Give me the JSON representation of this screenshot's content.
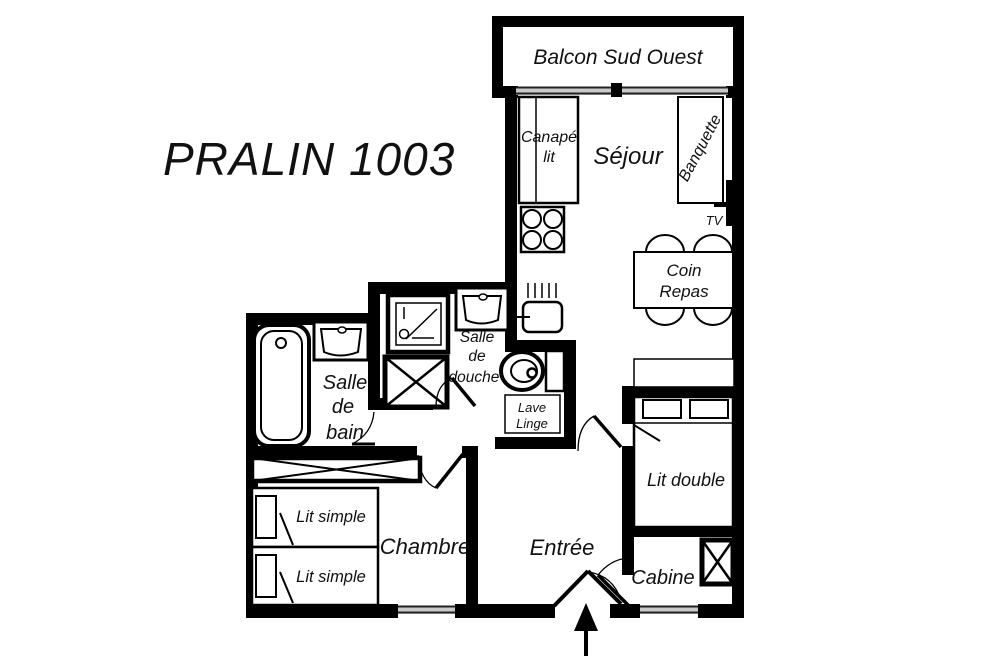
{
  "title": "PRALIN 1003",
  "colors": {
    "wall": "#000000",
    "glazing": "#c9c9c9",
    "text": "#111111",
    "background": "#ffffff"
  },
  "rooms": {
    "balcony": "Balcon Sud Ouest",
    "sejour": "Séjour",
    "salle_de_bain": [
      "Salle",
      "de",
      "bain"
    ],
    "salle_de_douche": [
      "Salle",
      "de",
      "douche"
    ],
    "chambre": "Chambre",
    "entree": "Entrée",
    "cabine": "Cabine"
  },
  "furniture": {
    "canape_lit": [
      "Canapé",
      "lit"
    ],
    "banquette": "Banquette",
    "tv": "TV",
    "coin_repas": [
      "Coin",
      "Repas"
    ],
    "lave_linge": [
      "Lave",
      "Linge"
    ],
    "lit_double": "Lit double",
    "lit_simple_top": "Lit simple",
    "lit_simple_bottom": "Lit simple"
  }
}
